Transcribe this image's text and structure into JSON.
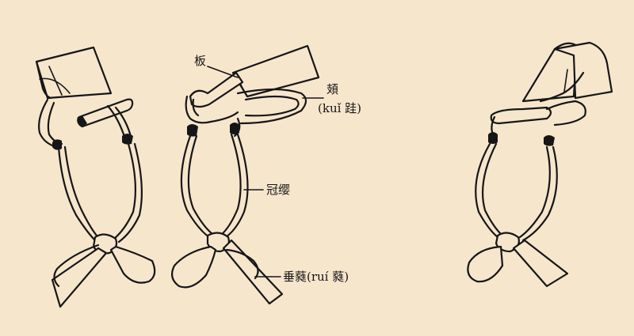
{
  "colors": {
    "background": "#f6e6cc",
    "ink": "#161616"
  },
  "labels": {
    "ban": "板",
    "kui": "頍",
    "kui_pinyin": "(kuǐ 跬)",
    "guanying": "冠缨",
    "chuirui": "垂蕤(ruí 蕤)"
  }
}
